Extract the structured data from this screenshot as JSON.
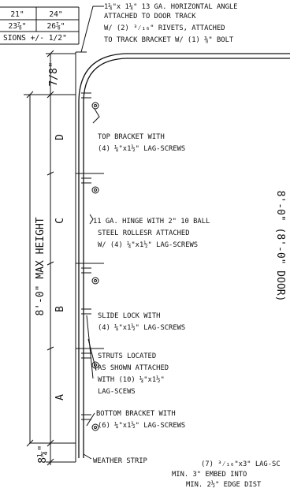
{
  "dimension_table": {
    "row1": [
      "21\"",
      "24\""
    ],
    "row2": [
      "23⅞\"",
      "26⅞\""
    ],
    "footer": "SIONS +/- 1/2\""
  },
  "angle_note": [
    "1¼\"x 1¼\" 13 GA. HORIZONTAL ANGLE",
    "ATTACHED TO DOOR TRACK",
    "W/ (2) ³⁄₁₆\" RIVETS, ATTACHED",
    "TO TRACK BRACKET W/ (1) ⅜\" BOLT"
  ],
  "top_bracket_note": [
    "TOP BRACKET WITH",
    "(4) ¼\"x1½\" LAG-SCREWS"
  ],
  "hinge_note": [
    "11 GA. HINGE WITH 2\" 10 BALL",
    "STEEL ROLLESR ATTACHED",
    "W/ (4) ¼\"x1½\" LAG-SCREWS"
  ],
  "slide_lock_note": [
    "SLIDE LOCK WITH",
    "(4) ¼\"x1½\" LAG-SCREWS"
  ],
  "struts_note": [
    "STRUTS LOCATED",
    "AS SHOWN ATTACHED",
    "WITH (10) ¼\"x1½\"",
    "LAG-SCEWS"
  ],
  "bottom_bracket_note": [
    "BOTTOM BRACKET WITH",
    "(6) ¼\"x1½\" LAG-SCREWS"
  ],
  "weather_strip": "WEATHER STRIP",
  "lag_note": [
    "(7) ³⁄₁₆\"x3\" LAG-SC",
    "MIN. 3\" EMBED INTO",
    "MIN. 2½\" EDGE DIST"
  ],
  "max_height": "8'-0\" MAX HEIGHT",
  "top_gap": "7/8\"",
  "bottom_gap": "8¼\"",
  "panel_labels": [
    "D",
    "C",
    "B",
    "A"
  ],
  "door_label": "8'-0\" (8'-0\" DOOR)"
}
